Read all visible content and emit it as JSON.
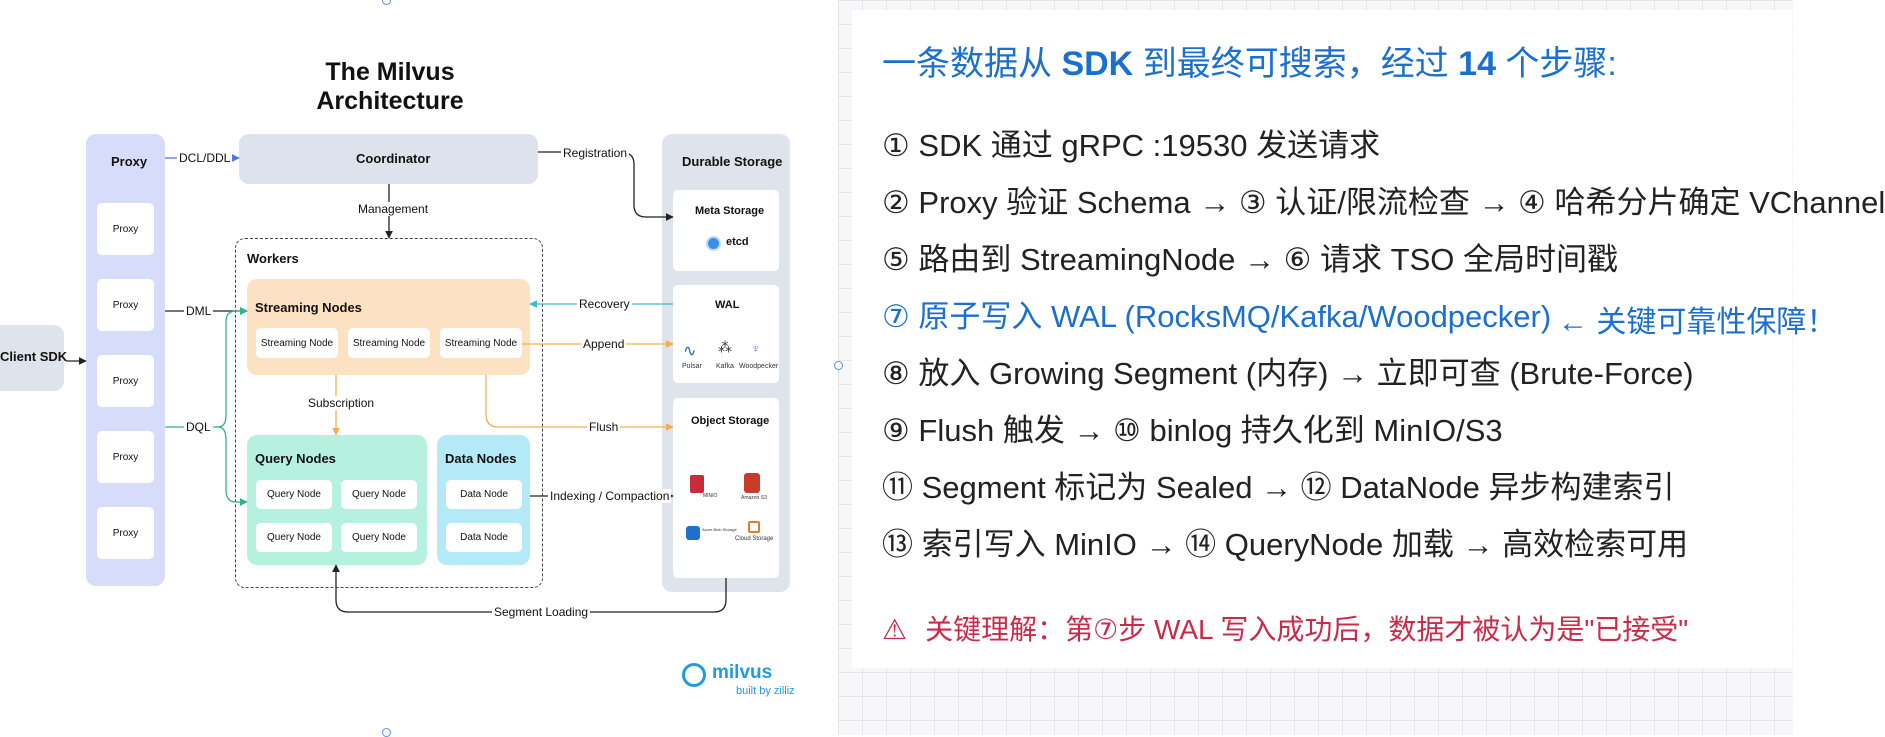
{
  "diagram": {
    "title": "The Milvus Architecture",
    "client_sdk": "Client SDK",
    "proxy": {
      "header": "Proxy",
      "items": [
        "Proxy",
        "Proxy",
        "Proxy",
        "Proxy",
        "Proxy"
      ]
    },
    "coordinator": "Coordinator",
    "workers": "Workers",
    "streaming": {
      "header": "Streaming Nodes",
      "items": [
        "Streaming Node",
        "Streaming Node",
        "Streaming Node"
      ]
    },
    "query": {
      "header": "Query Nodes",
      "items": [
        "Query Node",
        "Query Node",
        "Query Node",
        "Query Node"
      ]
    },
    "data": {
      "header": "Data Nodes",
      "items": [
        "Data Node",
        "Data Node"
      ]
    },
    "storage": {
      "header": "Durable Storage",
      "meta": {
        "title": "Meta Storage",
        "etcd": "etcd"
      },
      "wal": {
        "title": "WAL",
        "pulsar": "Pulsar",
        "kafka": "Kafka",
        "woodpecker": "Woodpecker"
      },
      "object": {
        "title": "Object Storage",
        "minio": "MINIO",
        "s3": "Amazon S3",
        "azure": "Azure Blob Storage",
        "cloud": "Cloud Storage"
      }
    },
    "flows": {
      "dcl": "DCL/DDL",
      "dml": "DML",
      "dql": "DQL",
      "registration": "Registration",
      "management": "Management",
      "recovery": "Recovery",
      "append": "Append",
      "subscription": "Subscription",
      "flush": "Flush",
      "indexing": "Indexing / Compaction",
      "segment_loading": "Segment Loading"
    },
    "brand": {
      "name": "milvus",
      "byline": "built by zilliz"
    },
    "colors": {
      "proxy": "#d7dcfb",
      "coordinator": "#dde2ec",
      "streaming": "#fde1c3",
      "query": "#b6f1df",
      "data": "#b4e9f8",
      "storage": "#dfe3ec",
      "wire_blue": "#4a78e0",
      "wire_teal": "#3bbbc8",
      "wire_orange": "#f2b04a",
      "wire_green": "#2eb48a"
    }
  },
  "notes": {
    "heading": {
      "prefix": "一条数据从 ",
      "sdk": "SDK",
      "middle": " 到最终可搜索，经过 ",
      "count": "14",
      "suffix": " 个步骤:"
    },
    "steps": [
      "① SDK 通过 gRPC :19530 发送请求",
      "② Proxy 验证 Schema → ③ 认证/限流检查 → ④ 哈希分片确定 VChannel",
      "⑤ 路由到 StreamingNode → ⑥ 请求 TSO 全局时间戳",
      "⑦ 原子写入 WAL (RocksMQ/Kafka/Woodpecker)",
      "⑧ 放入 Growing Segment (内存) → 立即可查 (Brute-Force)",
      "⑨ Flush 触发 → ⑩ binlog 持久化到 MinIO/S3",
      "⑪ Segment 标记为 Sealed → ⑫ DataNode 异步构建索引",
      "⑬ 索引写入 MinIO → ⑭ QueryNode 加载 → 高效检索可用"
    ],
    "guarantee": "← 关键可靠性保障！",
    "warning": "关键理解：第⑦步 WAL 写入成功后，数据才被认为是\"已接受\"",
    "colors": {
      "heading": "#1a6fd0",
      "highlight": "#1a6fd0",
      "warning": "#cc2a4a"
    }
  }
}
